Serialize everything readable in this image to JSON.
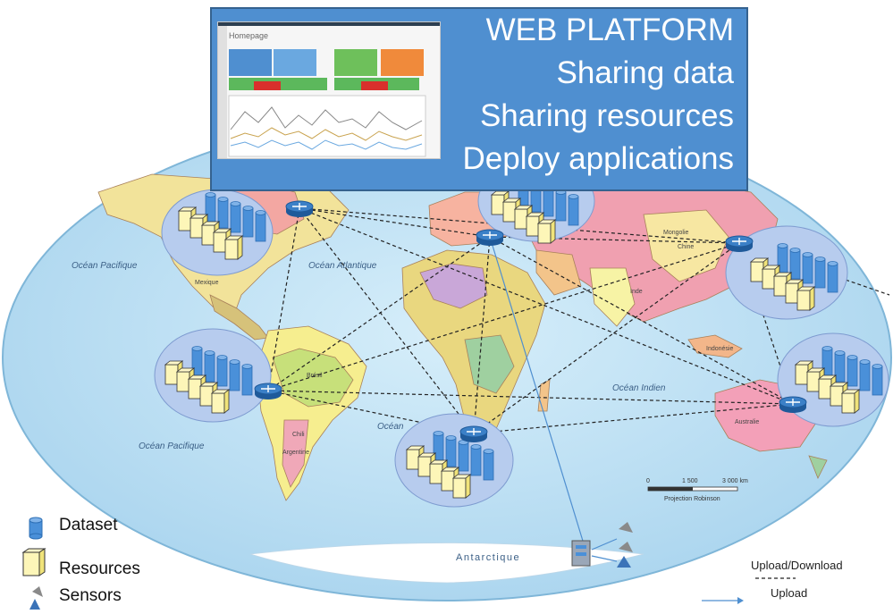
{
  "banner": {
    "line1": "WEB PLATFORM",
    "line2": "Sharing data",
    "line3": "Sharing resources",
    "line4": "Deploy applications",
    "mini_ui_title": "Homepage"
  },
  "map": {
    "ocean_pacific_1": "Océan Pacifique",
    "ocean_pacific_2": "Océan Pacifique",
    "ocean_atlantique": "Océan Atlantique",
    "ocean_indien": "Océan Indien",
    "ocean_partial": "Océan",
    "antarctique": "Antarctique",
    "mexique": "Mexique",
    "bresil": "Brésil",
    "chili": "Chili",
    "argentine": "Argentine",
    "chine": "Chine",
    "inde": "Inde",
    "australie": "Australie",
    "indonesie": "Indonésie",
    "mongolie": "Mongolie",
    "scale_0": "0",
    "scale_1500": "1 500",
    "scale_3000": "3 000 km",
    "projection": "Projection Robinson"
  },
  "legend": {
    "dataset": "Dataset",
    "resources": "Resources",
    "sensors": "Sensors",
    "upload_download": "Upload/Download",
    "upload": "Upload"
  },
  "colors": {
    "ocean": "#bfe1f3",
    "cloud": "#b7ccee",
    "dataset": "#4a90d9",
    "resource": "#fdf6b8",
    "banner": "#4f8fd0",
    "router": "#2d6fb5"
  }
}
